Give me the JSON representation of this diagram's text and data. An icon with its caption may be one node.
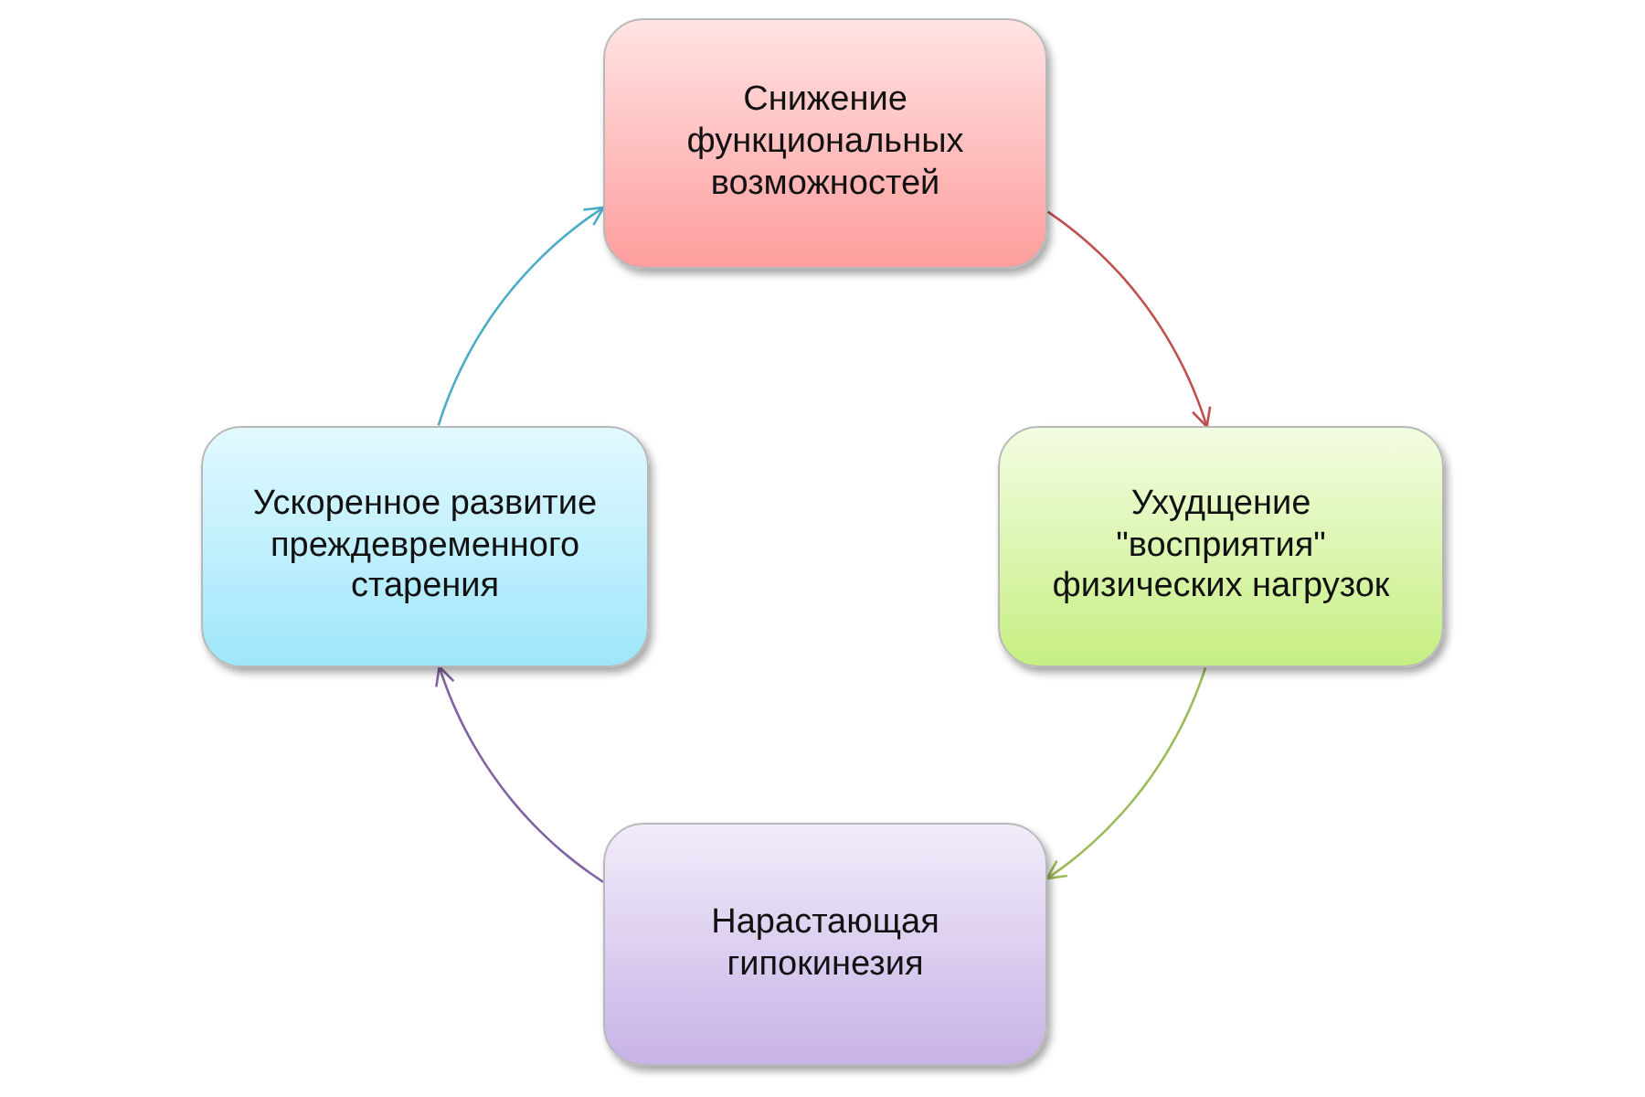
{
  "diagram": {
    "nodes": [
      {
        "text": [
          "Снижение функциональных возможностей"
        ]
      },
      {
        "text": [
          "Ускоренное развитие преждевременного старения"
        ]
      },
      {
        "text": [
          "Ухудщение \"восприятия\" физических нагрузок"
        ]
      },
      {
        "text": [
          "Нарастающая гипокинезия"
        ]
      }
    ],
    "edges": [
      {
        "from": 0,
        "to": 2,
        "arrow": "to",
        "color": "#c0504d"
      },
      {
        "from": 2,
        "to": 3,
        "arrow": "to",
        "color": "#9bbb59"
      },
      {
        "from": 3,
        "to": 1,
        "arrow": "to",
        "color": "#8064a2"
      },
      {
        "from": 1,
        "to": 0,
        "arrow": "to",
        "color": "#4bacc6"
      }
    ]
  }
}
